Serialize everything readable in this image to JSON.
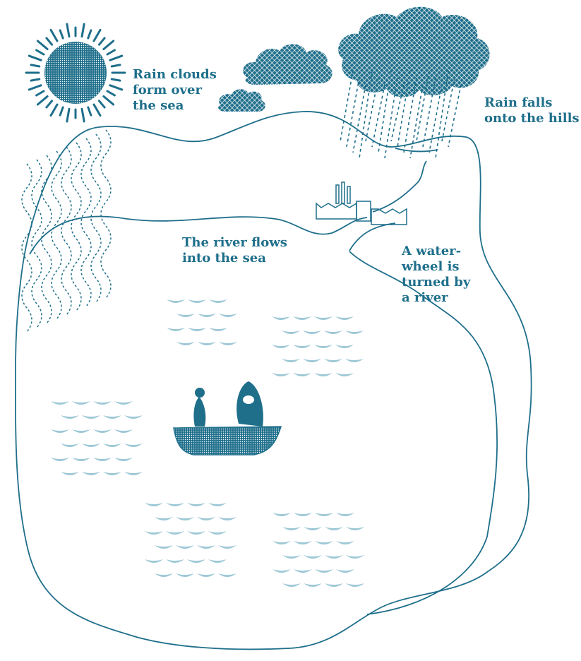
{
  "labels": {
    "clouds": "Rain clouds\nform over\nthe sea",
    "rain": "Rain falls\nonto the hills",
    "river": "The river flows\ninto the sea",
    "wheel": "A water-\nwheel is\nturned by\na river"
  },
  "colors": {
    "ink": "#1f6f8b",
    "wave": "#9ec8d6",
    "text": "#1f6f8b"
  },
  "icons": {
    "sun": "sun-icon",
    "cloud": "cloud-icon",
    "factory": "factory-icon",
    "boat": "boat-icon"
  }
}
